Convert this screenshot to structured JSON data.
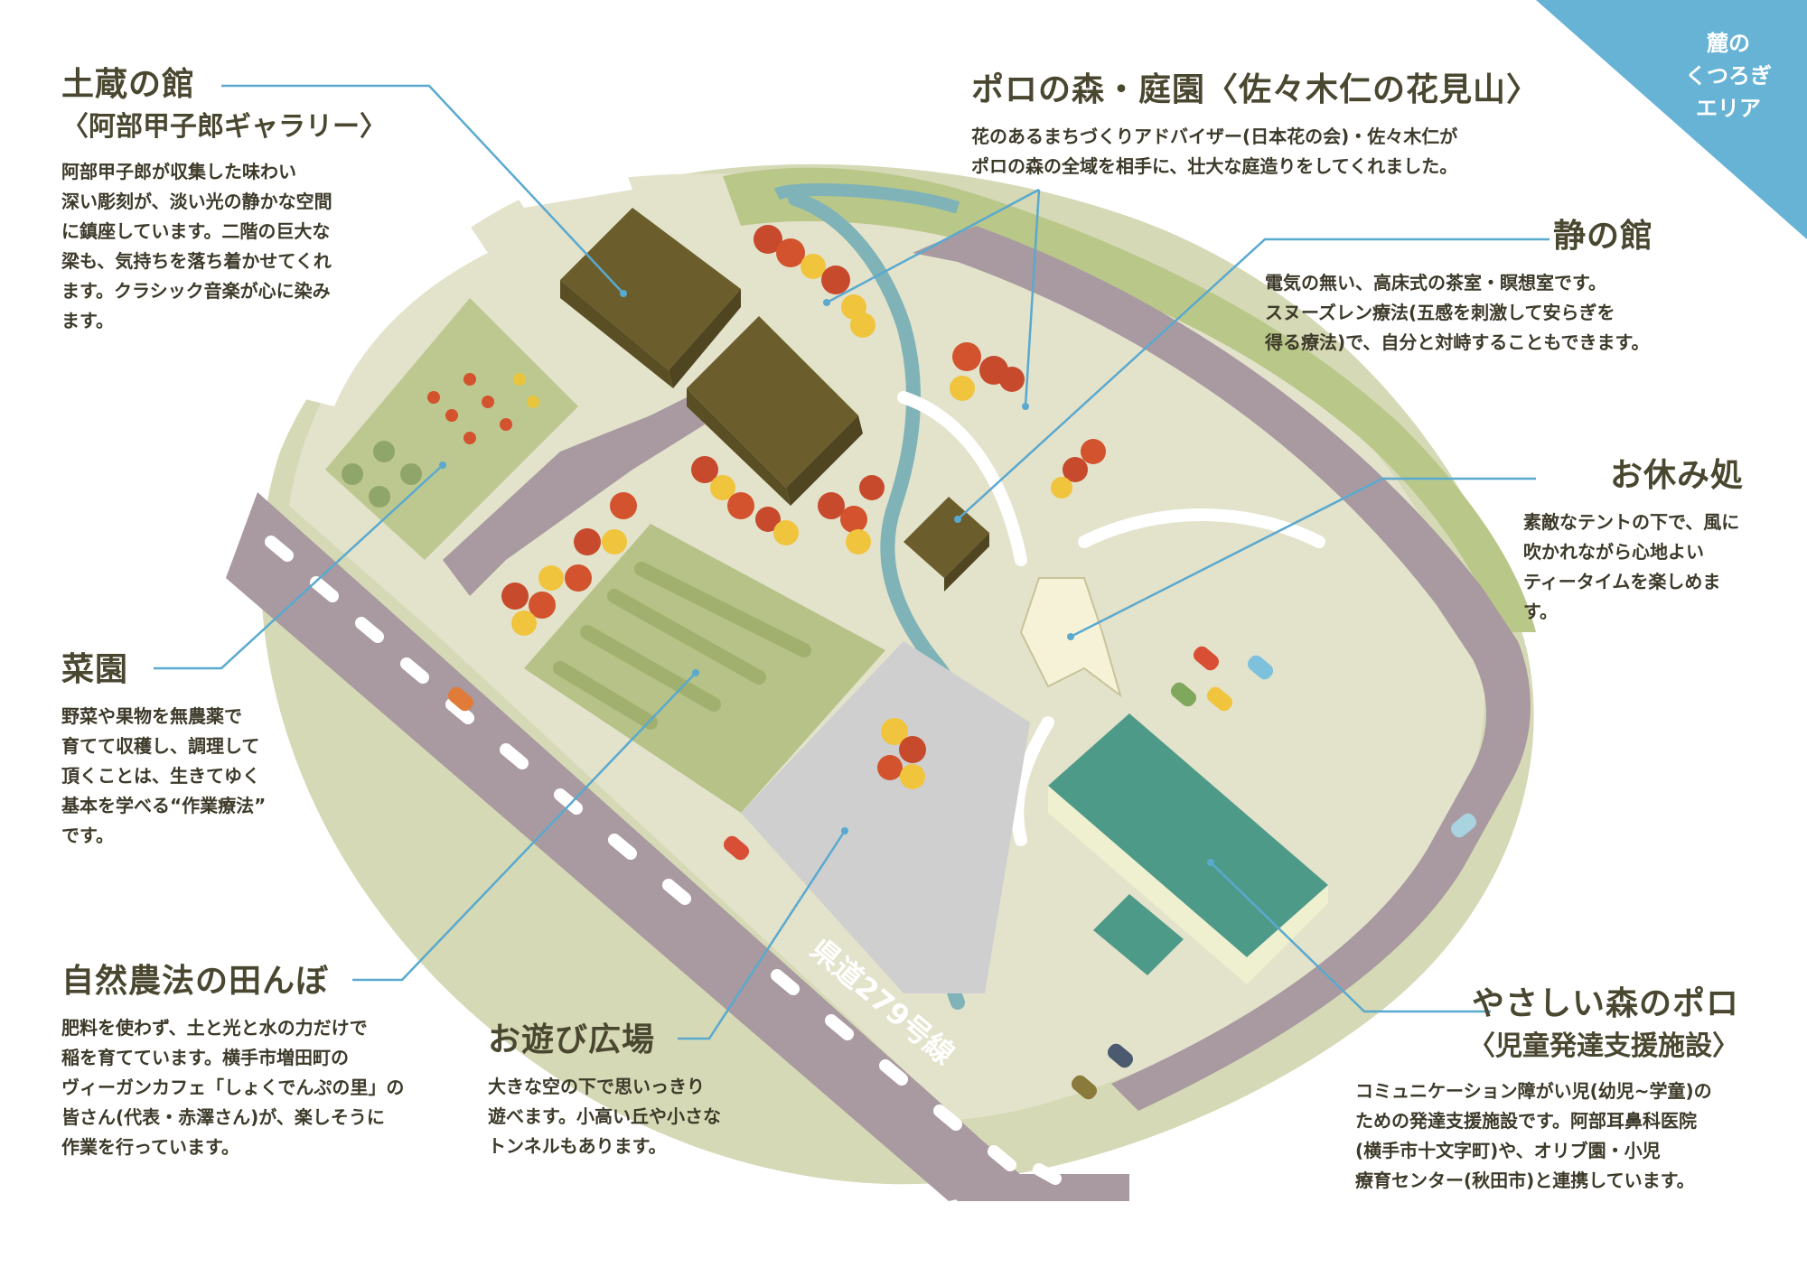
{
  "colors": {
    "ink": "#4a4730",
    "leader_line": "#5aa9cf",
    "corner_tab": "#66b3d6",
    "ground": "#e2e1cc",
    "outer_ground": "#cfd4ae",
    "road": "#a89aa0",
    "building_brown": "#6b5e2c",
    "building_green": "#4e9a88",
    "river": "#7fb3b8"
  },
  "corner": {
    "lines": [
      "麓の",
      "くつろぎ",
      "エリア"
    ]
  },
  "road_label": "県道279号線",
  "labels": {
    "dozo": {
      "title": "土蔵の館",
      "subtitle": "〈阿部甲子郎ギャラリー〉",
      "desc": [
        "阿部甲子郎が収集した味わい",
        "深い彫刻が、淡い光の静かな空間",
        "に鎮座しています。二階の巨大な",
        "梁も、気持ちを落ち着かせてくれ",
        "ます。クラシック音楽が心に染み",
        "ます。"
      ]
    },
    "poro_garden": {
      "title": "ポロの森・庭園〈佐々木仁の花見山〉",
      "desc": [
        "花のあるまちづくりアドバイザー(日本花の会)・佐々木仁が",
        "ポロの森の全域を相手に、壮大な庭造りをしてくれました。"
      ]
    },
    "shizuka": {
      "title": "静の館",
      "desc": [
        "電気の無い、高床式の茶室・瞑想室です。",
        "スヌーズレン療法(五感を刺激して安らぎを",
        "得る療法)で、自分と対峙することもできます。"
      ]
    },
    "oyasumi": {
      "title": "お休み処",
      "desc": [
        "素敵なテントの下で、風に",
        "吹かれながら心地よい",
        "ティータイムを楽しめます。"
      ]
    },
    "saien": {
      "title": "菜園",
      "desc": [
        "野菜や果物を無農薬で",
        "育てて収穫し、調理して",
        "頂くことは、生きてゆく",
        "基本を学べる“作業療法”",
        "です。"
      ]
    },
    "tanbo": {
      "title": "自然農法の田んぼ",
      "desc": [
        "肥料を使わず、土と光と水の力だけで",
        "稲を育てています。横手市増田町の",
        "ヴィーガンカフェ「しょくでんぷの里」の",
        "皆さん(代表・赤澤さん)が、楽しそうに",
        "作業を行っています。"
      ]
    },
    "asobi": {
      "title": "お遊び広場",
      "desc": [
        "大きな空の下で思いっきり",
        "遊べます。小高い丘や小さな",
        "トンネルもあります。"
      ]
    },
    "yasashii": {
      "title": "やさしい森のポロ",
      "subtitle": "〈児童発達支援施設〉",
      "desc": [
        "コミュニケーション障がい児(幼児~学童)の",
        "ための発達支援施設です。阿部耳鼻科医院",
        "(横手市十文字町)や、オリブ園・小児",
        "療育センター(秋田市)と連携しています。"
      ]
    }
  }
}
